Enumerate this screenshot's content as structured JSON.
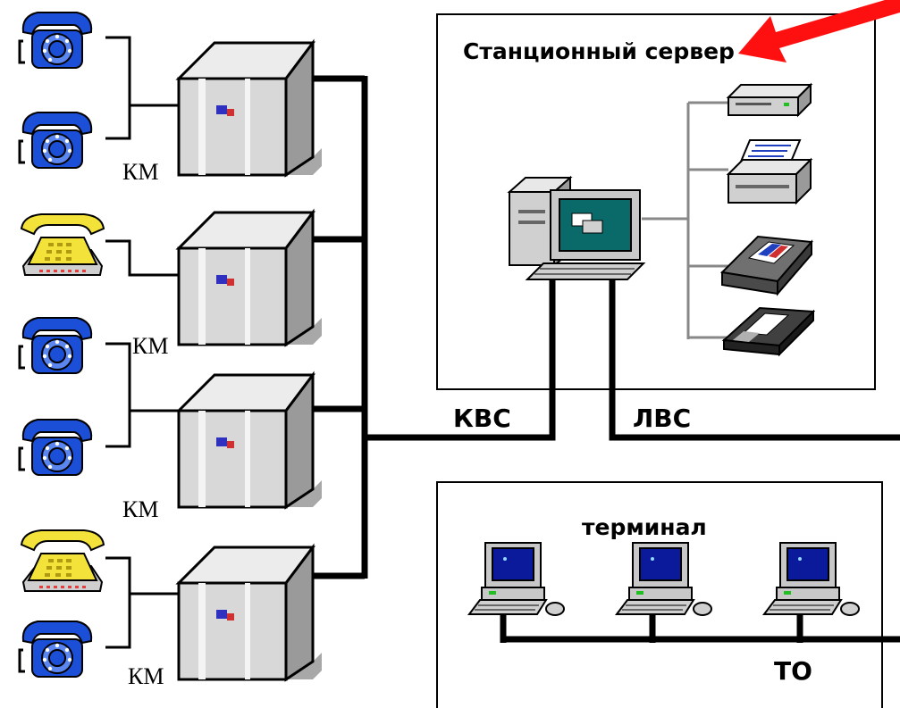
{
  "station_server": {
    "title": "Станционный сервер"
  },
  "links": {
    "kvs": "КВС",
    "lvs": "ЛВС"
  },
  "terminal": {
    "title": "терминал",
    "to_label": "ТО"
  },
  "km_labels": [
    "КМ",
    "КМ",
    "КМ",
    "КМ"
  ],
  "phones": [
    {
      "icon": "rotary-phone-icon",
      "color": "#1c4fd8"
    },
    {
      "icon": "rotary-phone-icon",
      "color": "#1c4fd8"
    },
    {
      "icon": "desk-phone-icon",
      "color": "#f2e23a"
    },
    {
      "icon": "rotary-phone-icon",
      "color": "#1c4fd8"
    },
    {
      "icon": "rotary-phone-icon",
      "color": "#1c4fd8"
    },
    {
      "icon": "desk-phone-icon",
      "color": "#f2e23a"
    },
    {
      "icon": "rotary-phone-icon",
      "color": "#1c4fd8"
    }
  ],
  "peripherals": [
    "modem-icon",
    "printer-icon",
    "zip-drive-icon",
    "floppy-disk-icon"
  ],
  "terminals": [
    "terminal-computer-icon",
    "terminal-computer-icon",
    "terminal-computer-icon"
  ],
  "colors": {
    "arrow": "#ff1010",
    "phone_blue": "#1c4fd8",
    "phone_yellow": "#f2e23a",
    "screen": "#0a1a9a"
  }
}
